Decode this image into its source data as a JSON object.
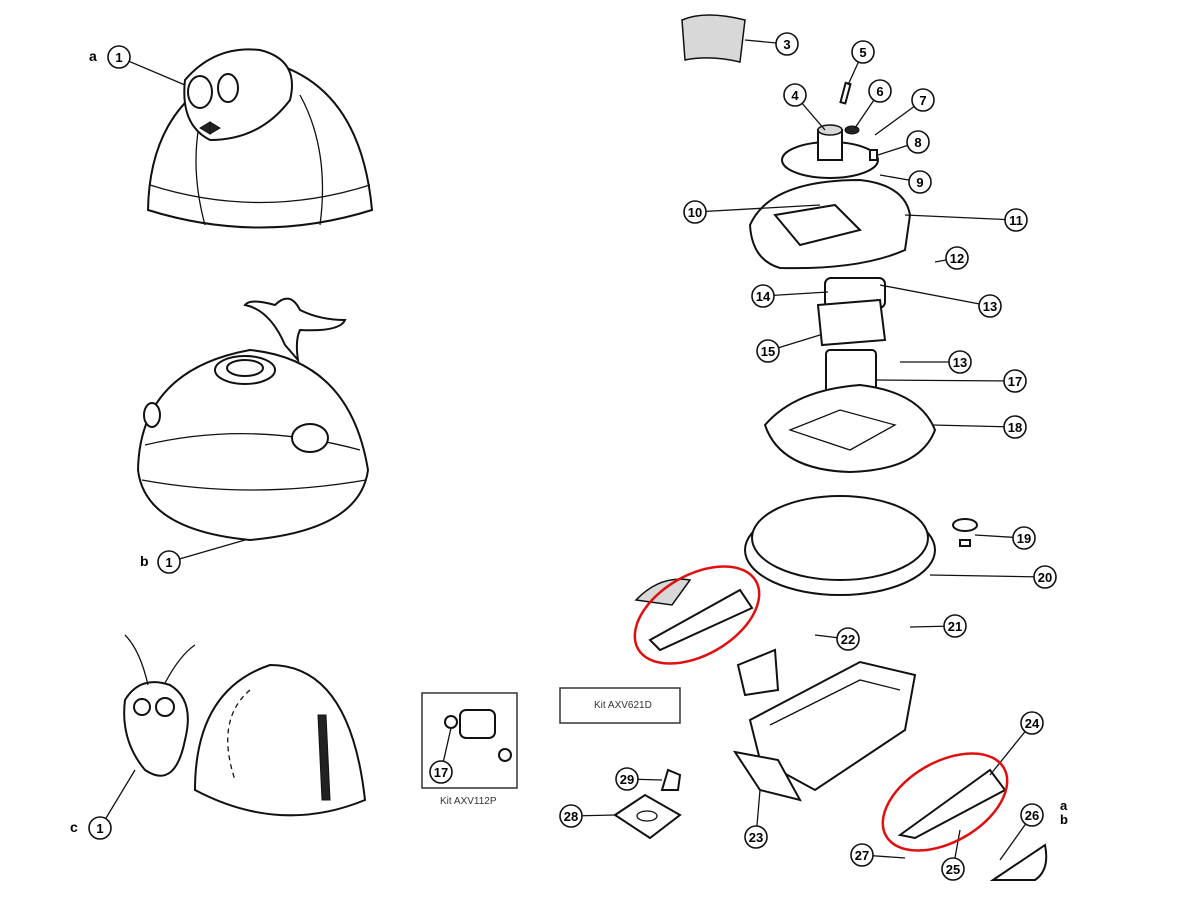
{
  "variant_labels": {
    "a": "a",
    "b": "b",
    "c": "c"
  },
  "callouts": {
    "a1": "1",
    "b1": "1",
    "c1": "1",
    "p3": "3",
    "p4": "4",
    "p5": "5",
    "p6": "6",
    "p7": "7",
    "p8": "8",
    "p9": "9",
    "p10": "10",
    "p11": "11",
    "p12": "12",
    "p13a": "13",
    "p13b": "13",
    "p14": "14",
    "p15": "15",
    "p17": "17",
    "p18": "18",
    "p19": "19",
    "p20": "20",
    "p21": "21",
    "p22": "22",
    "p23": "23",
    "p24": "24",
    "p25": "25",
    "p26": "26",
    "p27": "27",
    "p28": "28",
    "p29": "29",
    "kit17": "17"
  },
  "part26_variants": [
    "a",
    "b"
  ],
  "kits": {
    "axv621d": "Kit AXV621D",
    "axv112p": "Kit AXV112P"
  },
  "colors": {
    "highlight": "#e01010",
    "line": "#111111"
  }
}
